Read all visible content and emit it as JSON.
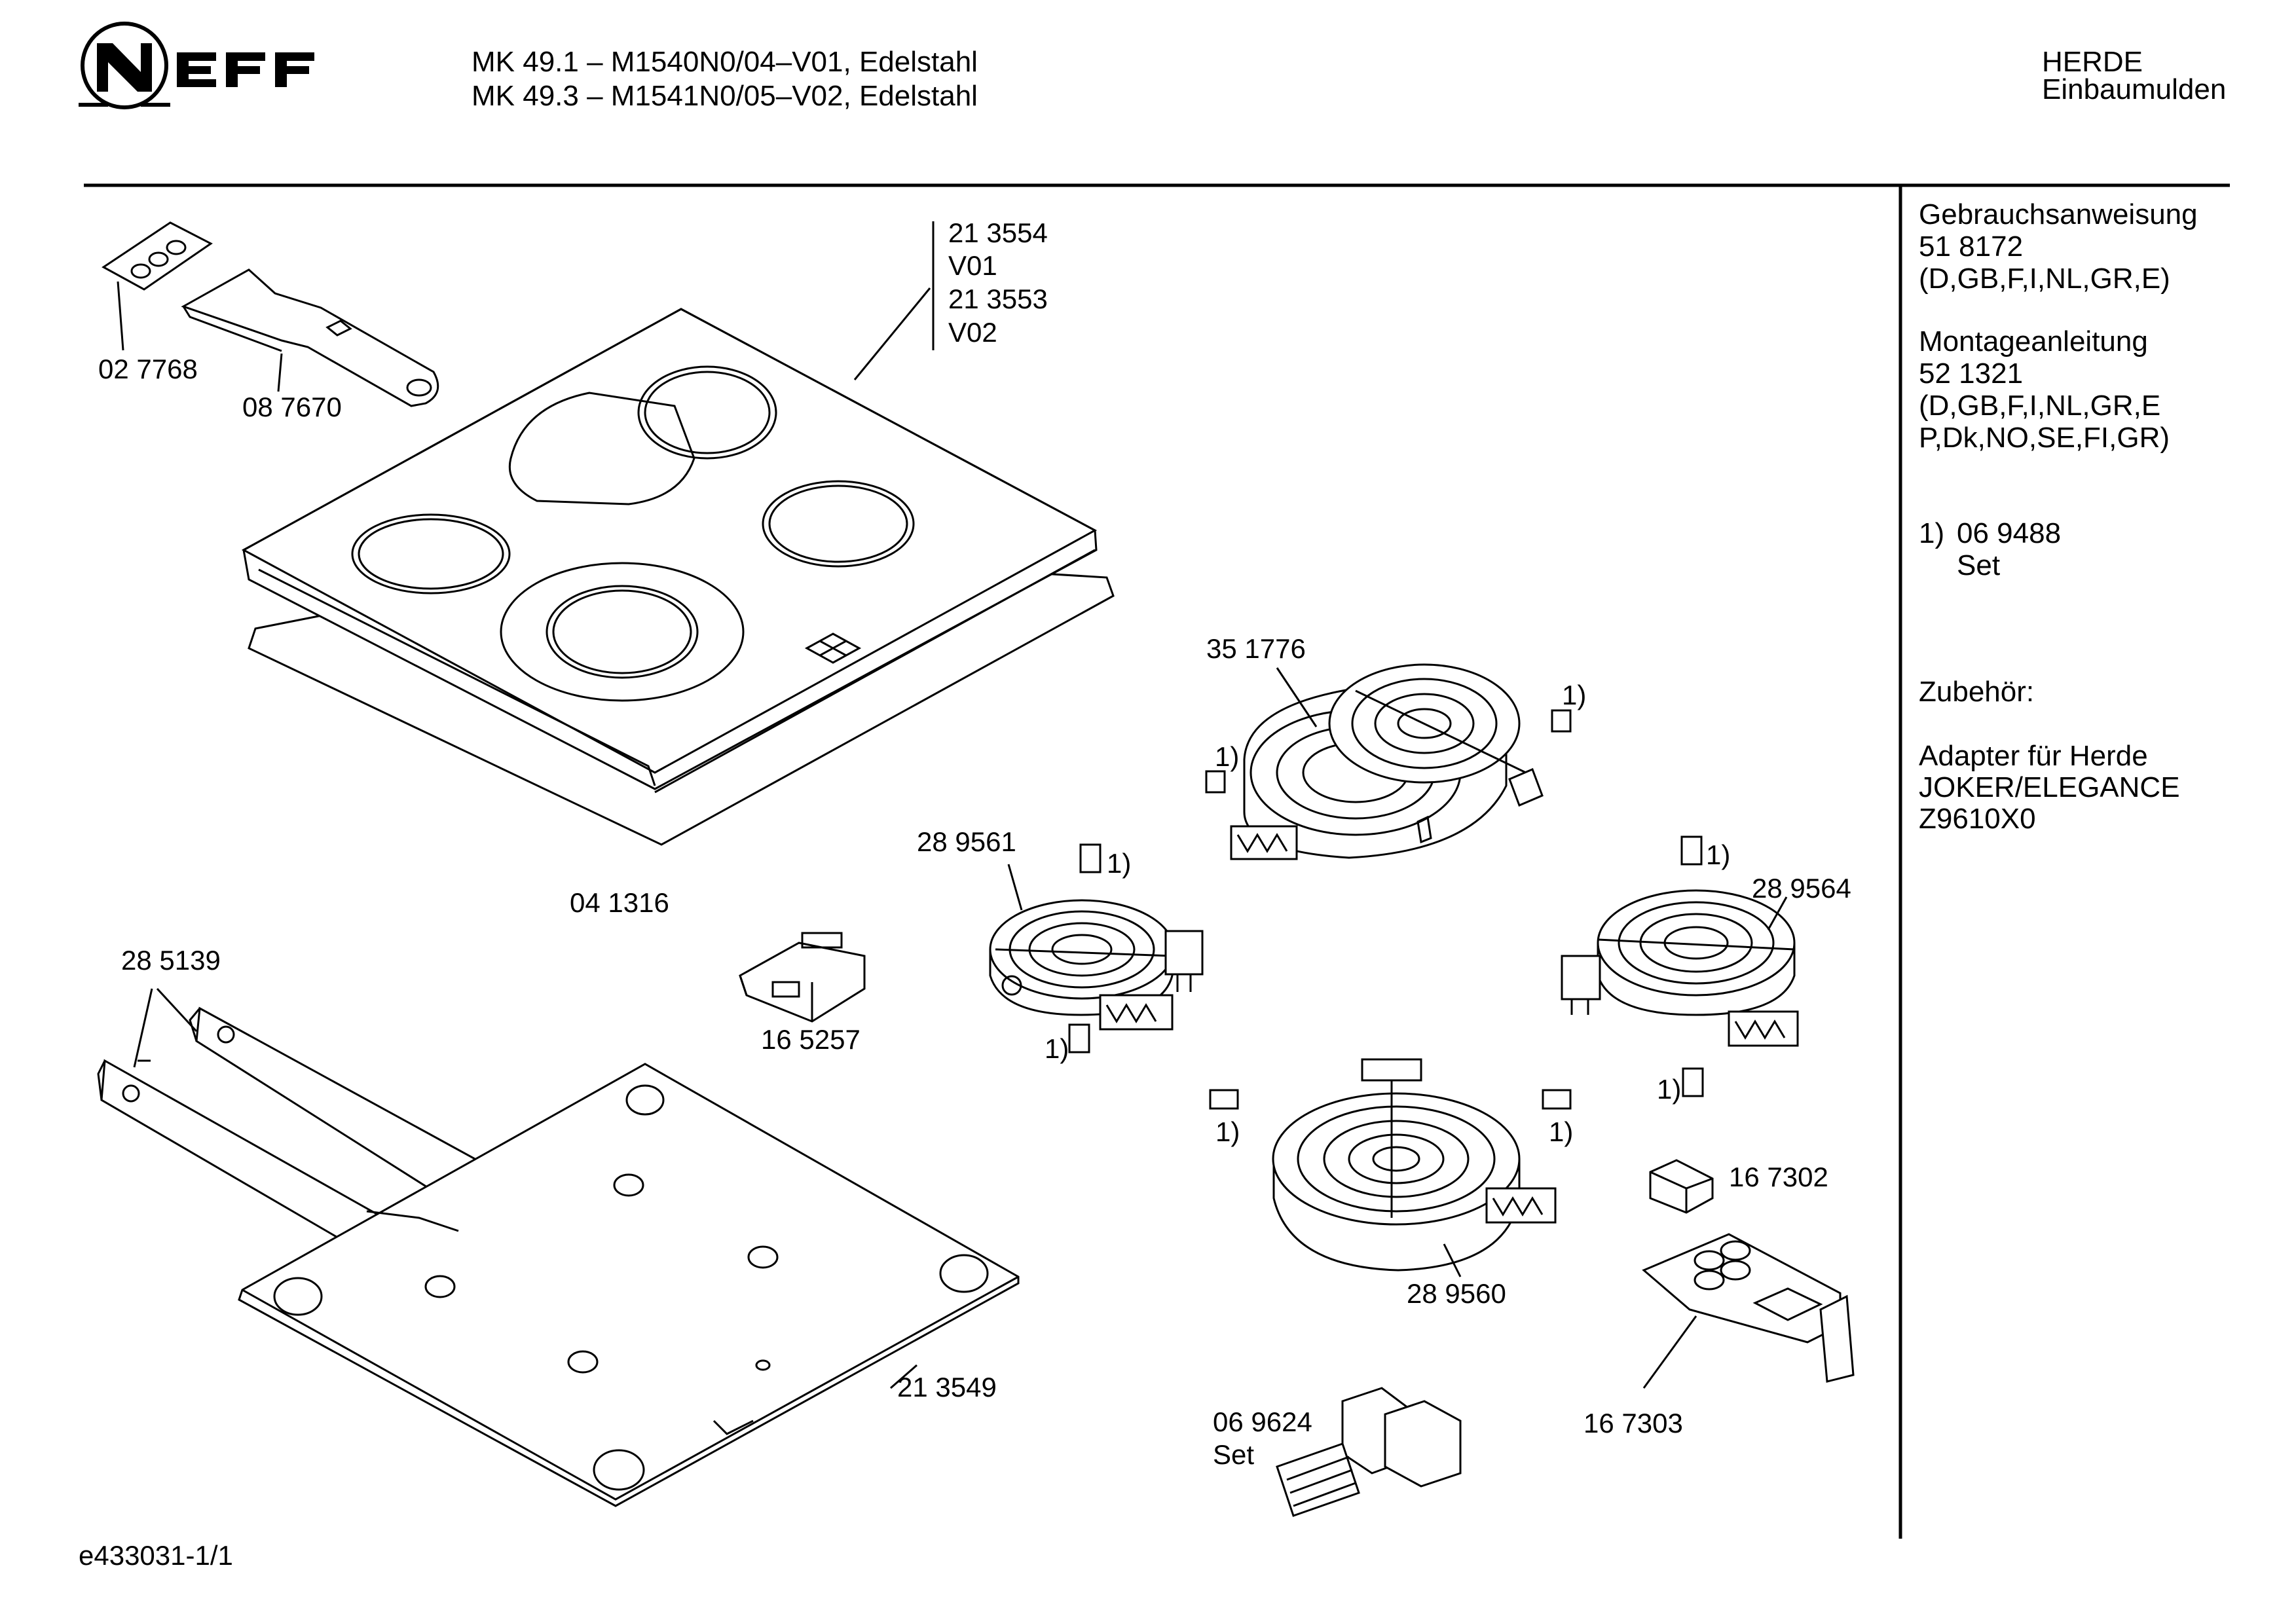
{
  "header": {
    "brand": "NEFF",
    "model_line_1": "MK 49.1 – M1540N0/04–V01, Edelstahl",
    "model_line_2": "MK 49.3 – M1541N0/05–V02, Edelstahl",
    "category_1": "HERDE",
    "category_2": "Einbaumulden"
  },
  "sidebar": {
    "manual_title": "Gebrauchsanweisung",
    "manual_number": "51 8172",
    "manual_langs": "(D,GB,F,I,NL,GR,E)",
    "mount_title": "Montageanleitung",
    "mount_number": "52 1321",
    "mount_langs_1": "(D,GB,F,I,NL,GR,E",
    "mount_langs_2": "P,Dk,NO,SE,FI,GR)",
    "note_ref": "1)",
    "note_number": "06 9488",
    "note_set": "Set",
    "accessories_title": "Zubehör:",
    "adapter_1": "Adapter für Herde",
    "adapter_2": "JOKER/ELEGANCE",
    "adapter_3": "Z9610X0"
  },
  "footer": {
    "drawing_id": "e433031-1/1"
  },
  "parts": {
    "p027768": "02 7768",
    "p087670": "08 7670",
    "p213554": "21 3554",
    "v01": "V01",
    "p213553": "21 3553",
    "v02": "V02",
    "p041316": "04 1316",
    "p351776": "35 1776",
    "p289561": "28 9561",
    "p289564": "28 9564",
    "p285139": "28 5139",
    "p165257": "16 5257",
    "p289560": "28 9560",
    "p167302": "16 7302",
    "p167303": "16 7303",
    "p213549": "21 3549",
    "p069624": "06 9624",
    "set": "Set",
    "ref1": "1)"
  }
}
